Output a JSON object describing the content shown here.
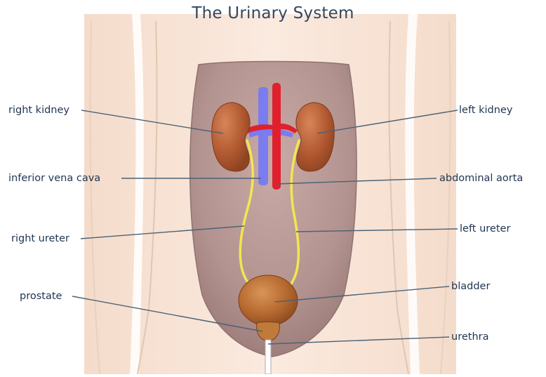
{
  "title": "The Urinary System",
  "labels": {
    "right_kidney": "right kidney",
    "inferior_vena_cava": "inferior vena cava",
    "right_ureter": "right ureter",
    "prostate": "prostate",
    "left_kidney": "left kidney",
    "abdominal_aorta": "abdominal aorta",
    "left_ureter": "left ureter",
    "bladder": "bladder",
    "urethra": "urethra"
  },
  "colors": {
    "skin": "#f8e6d8",
    "skin_edge": "#e7cbb6",
    "abdomen": "#b79894",
    "kidney": "#b75a31",
    "vein": "#7d7ef2",
    "artery": "#e0202d",
    "ureter": "#f3e64f",
    "leader": "#4b6276",
    "label": "#1f3550"
  }
}
